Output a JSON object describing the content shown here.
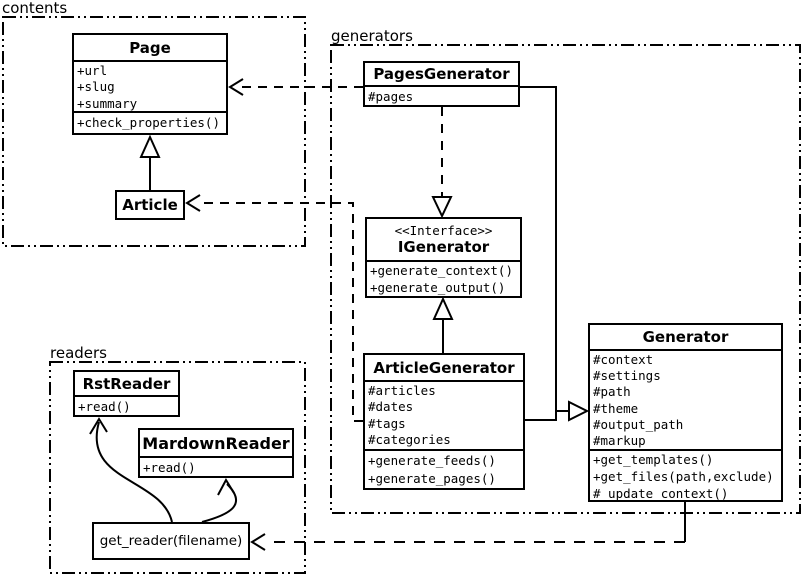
{
  "packages": {
    "contents": {
      "label": "contents"
    },
    "generators": {
      "label": "generators"
    },
    "readers": {
      "label": "readers"
    }
  },
  "classes": {
    "page": {
      "name": "Page",
      "attributes": [
        "+url",
        "+slug",
        "+summary"
      ],
      "methods": [
        "+check_properties()"
      ]
    },
    "article": {
      "name": "Article"
    },
    "pages_generator": {
      "name": "PagesGenerator",
      "attributes": [
        "#pages"
      ]
    },
    "igenerator": {
      "stereotype": "<<Interface>>",
      "name": "IGenerator",
      "methods": [
        "+generate_context()",
        "+generate_output()"
      ]
    },
    "article_generator": {
      "name": "ArticleGenerator",
      "attributes": [
        "#articles",
        "#dates",
        "#tags",
        "#categories"
      ],
      "methods": [
        "+generate_feeds()",
        "+generate_pages()"
      ]
    },
    "generator": {
      "name": "Generator",
      "attributes": [
        "#context",
        "#settings",
        "#path",
        "#theme",
        "#output_path",
        "#markup"
      ],
      "methods": [
        "+get_templates()",
        "+get_files(path,exclude)",
        "#_update_context()"
      ]
    },
    "rst_reader": {
      "name": "RstReader",
      "methods": [
        "+read()"
      ]
    },
    "mardown_reader": {
      "name": "MardownReader",
      "methods": [
        "+read()"
      ]
    },
    "get_reader": {
      "name": "get_reader(filename)"
    }
  },
  "colors": {
    "line": "#000000",
    "background": "#ffffff"
  }
}
